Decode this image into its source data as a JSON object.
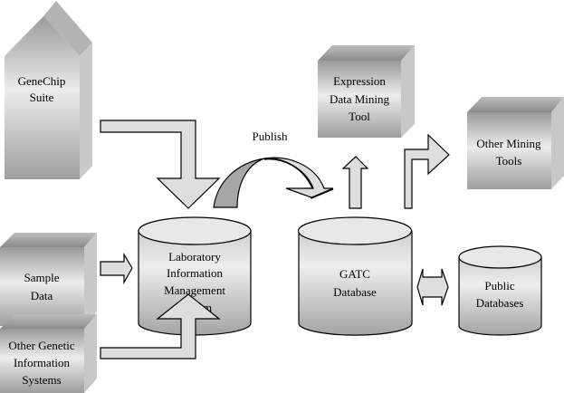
{
  "diagram": {
    "title": "GATC data flow",
    "nodes": {
      "genechip": {
        "lines": [
          "GeneChip",
          "Suite"
        ],
        "shape": "pointed-box"
      },
      "sample_data": {
        "lines": [
          "Sample",
          "Data"
        ],
        "shape": "box"
      },
      "other_genetic": {
        "lines": [
          "Other Genetic",
          "Information",
          "Systems"
        ],
        "shape": "box"
      },
      "lims": {
        "lines": [
          "Laboratory",
          "Information",
          "Management",
          "System"
        ],
        "shape": "cylinder"
      },
      "gatc": {
        "lines": [
          "GATC",
          "Database"
        ],
        "shape": "cylinder"
      },
      "public_db": {
        "lines": [
          "Public",
          "Databases"
        ],
        "shape": "cylinder"
      },
      "expression_tool": {
        "lines": [
          "Expression",
          "Data Mining",
          "Tool"
        ],
        "shape": "box"
      },
      "other_mining": {
        "lines": [
          "Other Mining",
          "Tools"
        ],
        "shape": "box"
      }
    },
    "edges": [
      {
        "from": "genechip",
        "to": "lims",
        "label": ""
      },
      {
        "from": "sample_data",
        "to": "lims",
        "label": ""
      },
      {
        "from": "other_genetic",
        "to": "lims",
        "label": ""
      },
      {
        "from": "lims",
        "to": "gatc",
        "label": "Publish"
      },
      {
        "from": "gatc",
        "to": "expression_tool",
        "label": ""
      },
      {
        "from": "gatc",
        "to": "other_mining",
        "label": ""
      },
      {
        "from": "gatc",
        "to": "public_db",
        "label": "",
        "bidirectional": true
      }
    ],
    "publish_label": "Publish"
  },
  "colors": {
    "box_top": "#8c8c8c",
    "box_side": "#c8c8c8",
    "arrow_fill": "#dedede",
    "publish_arrow_dark": "#a6a6a6"
  }
}
